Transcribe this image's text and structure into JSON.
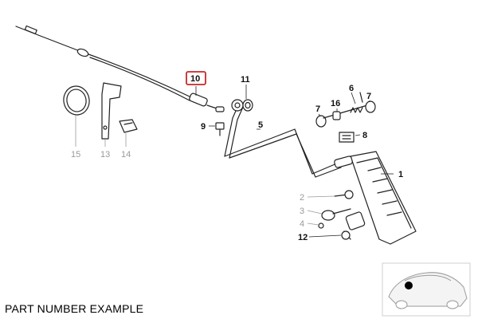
{
  "caption": "PART NUMBER EXAMPLE",
  "highlight_color": "#c62828",
  "callouts": {
    "c1": "1",
    "c2": "2",
    "c3": "3",
    "c4": "4",
    "c5": "5",
    "c6": "6",
    "c7": "7",
    "c7b": "7",
    "c8": "8",
    "c9": "9",
    "c10": "10",
    "c11": "11",
    "c12": "12",
    "c13": "13",
    "c14": "14",
    "c15": "15",
    "c16": "16"
  }
}
